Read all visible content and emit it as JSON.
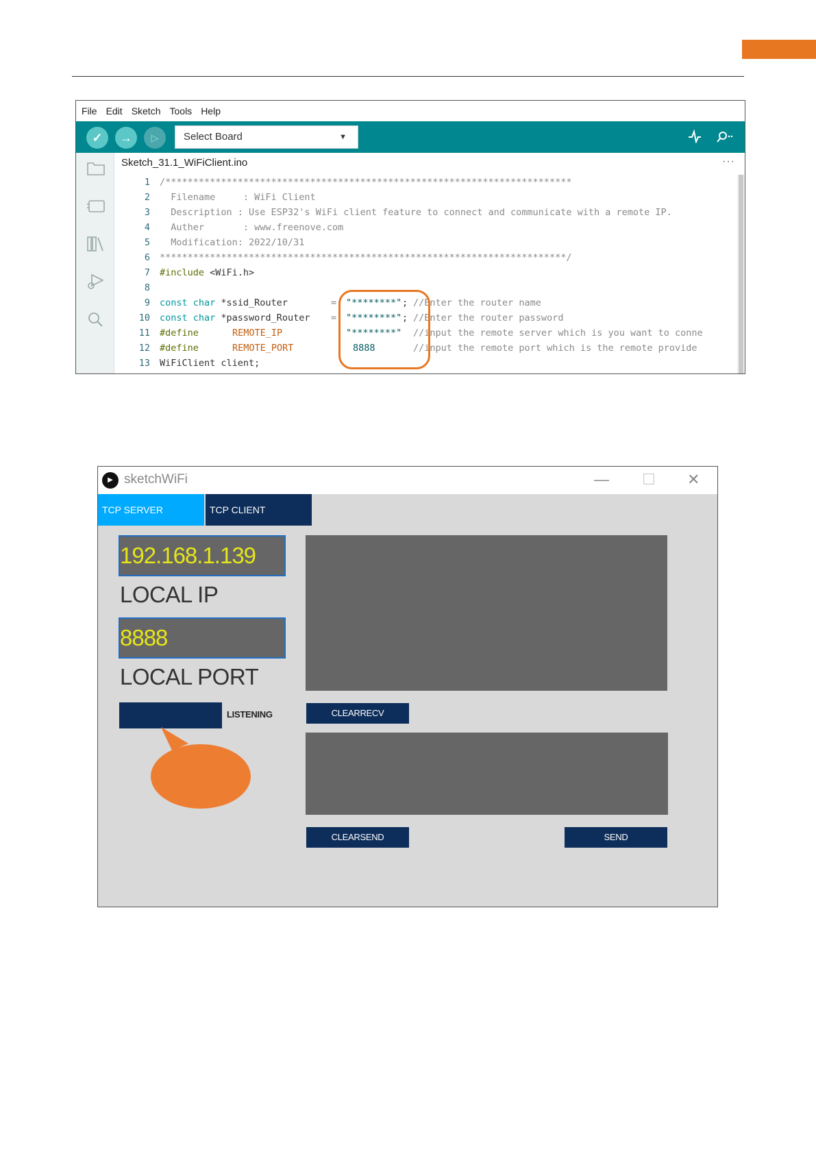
{
  "ide": {
    "menu": [
      "File",
      "Edit",
      "Sketch",
      "Tools",
      "Help"
    ],
    "board_select": "Select Board",
    "file_tab": "Sketch_31.1_WiFiClient.ino",
    "tab_more": "···",
    "line_numbers": [
      "1",
      "2",
      "3",
      "4",
      "5",
      "6",
      "7",
      "8",
      "9",
      "10",
      "11",
      "12",
      "13"
    ],
    "code": {
      "l1": "/*************************************************************************",
      "l2": "  Filename     : WiFi Client",
      "l3": "  Description : Use ESP32's WiFi client feature to connect and communicate with a remote IP.",
      "l4": "  Auther       : www.freenove.com",
      "l5": "  Modification: 2022/10/31",
      "l6": "*************************************************************************/",
      "l7_pp": "#include",
      "l7_rest": " <WiFi.h>",
      "l9_kw": "const char",
      "l9_rest": " *ssid_Router",
      "l9_eq": "=",
      "l9_str": "\"********\"",
      "l9_semi": ";",
      "l9_cmt": "//Enter the router name",
      "l10_kw": "const char",
      "l10_rest": " *password_Router",
      "l10_eq": "=",
      "l10_str": "\"********\"",
      "l10_semi": ";",
      "l10_cmt": "//Enter the router password",
      "l11_pp": "#define",
      "l11_mac": "REMOTE_IP",
      "l11_str": "\"********\"",
      "l11_cmt": "//input the remote server which is you want to conne",
      "l12_pp": "#define",
      "l12_mac": "REMOTE_PORT",
      "l12_num": "8888",
      "l12_cmt": "//input the remote port which is the remote provide",
      "l13": "WiFiClient client;"
    }
  },
  "app": {
    "title": "sketchWiFi",
    "tabs": [
      "TCP SERVER",
      "TCP CLIENT"
    ],
    "local_ip_value": "192.168.1.139",
    "local_ip_label": "LOCAL IP",
    "local_port_value": "8888",
    "local_port_label": "LOCAL PORT",
    "listening_label": "LISTENING",
    "clearrecv_label": "CLEARRECV",
    "clearsend_label": "CLEARSEND",
    "send_label": "SEND",
    "window_controls": {
      "min": "—",
      "max": "☐",
      "close": "✕"
    }
  },
  "colors": {
    "ide_teal": "#00878f",
    "accent_orange": "#e87722",
    "tab_active": "#00aaff",
    "tab_inactive": "#0d2d5a",
    "field_text": "#e6e61a"
  }
}
